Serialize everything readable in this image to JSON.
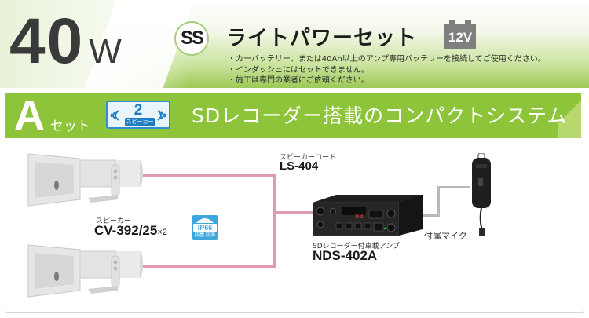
{
  "header": {
    "wattage": "40",
    "wattage_unit": "W",
    "badge": "SS",
    "title": "ライトパワーセット",
    "battery_label": "12V",
    "notes": [
      "・カーバッテリー、または40Ah以上のアンプ専用バッテリーを接続してご使用ください。",
      "・インダッシュにはセットできません。",
      "・施工は専門の業者にご依頼ください。"
    ]
  },
  "set": {
    "letter": "A",
    "suffix": "セット",
    "speaker_badge": {
      "count": "2",
      "label": "スピーカー"
    },
    "title": "SDレコーダー搭載のコンパクトシステム"
  },
  "components": {
    "speaker": {
      "category": "スピーカー",
      "model": "CV-392/25",
      "quantity": "×2"
    },
    "ip_badge": {
      "rating": "IP66",
      "ip": "IP",
      "num": "66",
      "sub": "防塵 防滴"
    },
    "cord": {
      "category": "スピーカーコード",
      "model": "LS-404"
    },
    "amp": {
      "category": "SDレコーダー付車載アンプ",
      "model": "NDS-402A",
      "display": "88"
    },
    "mic": {
      "label": "付属マイク"
    }
  },
  "colors": {
    "banner_green": "#8dc43a",
    "speaker_wire": "#e09ab3",
    "mic_wire": "#b9b9b9",
    "badge_blue": "#2f8fd2"
  }
}
